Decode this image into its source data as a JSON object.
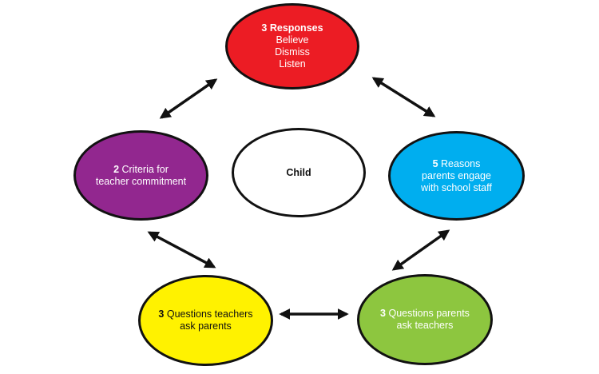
{
  "colors": {
    "responses": "#ec1c24",
    "criteria": "#92278f",
    "child": "#ffffff",
    "reasons": "#00aeef",
    "teacher_questions": "#fff200",
    "parent_questions": "#8dc63f",
    "outline": "#111111"
  },
  "nodes": {
    "responses": {
      "number": "3",
      "title": "Responses",
      "lines": [
        "Believe",
        "Dismiss",
        "Listen"
      ]
    },
    "criteria": {
      "number": "2",
      "line1": "Criteria for",
      "line2": "teacher commitment"
    },
    "child": {
      "label": "Child"
    },
    "reasons": {
      "number": "5",
      "line1": "Reasons",
      "line2": "parents engage",
      "line3": "with school staff"
    },
    "teacher_questions": {
      "number": "3",
      "line1": "Questions teachers",
      "line2": "ask parents"
    },
    "parent_questions": {
      "number": "3",
      "line1": "Questions parents",
      "line2": "ask teachers"
    }
  }
}
